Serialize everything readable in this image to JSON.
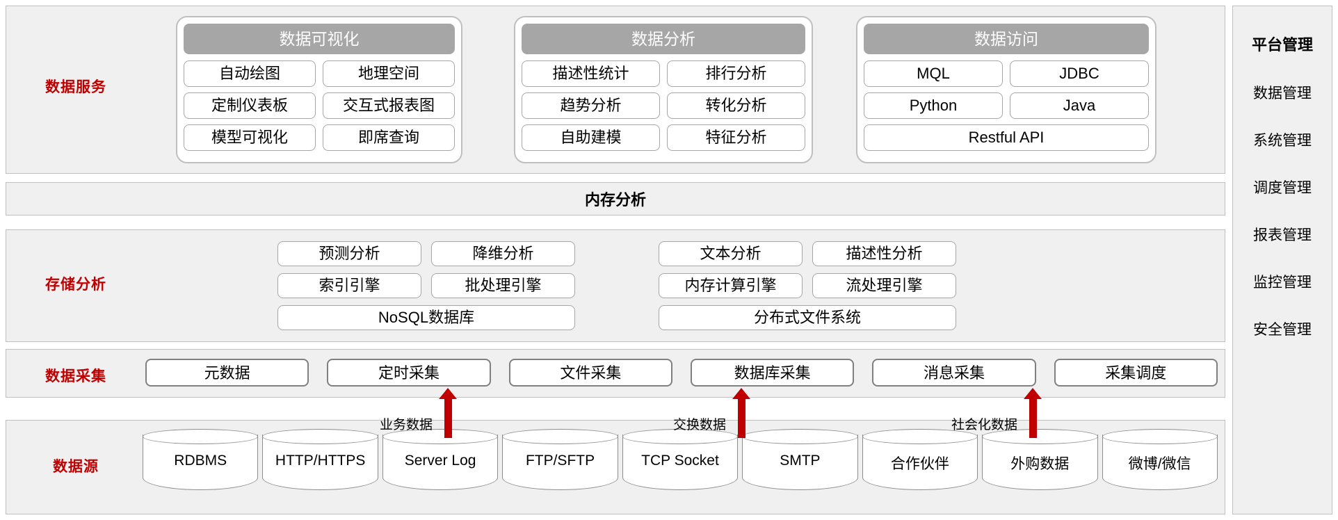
{
  "rows": {
    "services": {
      "label": "数据服务",
      "panels": [
        {
          "title": "数据可视化",
          "items": [
            "自动绘图",
            "地理空间",
            "定制仪表板",
            "交互式报表图",
            "模型可视化",
            "即席查询"
          ]
        },
        {
          "title": "数据分析",
          "items": [
            "描述性统计",
            "排行分析",
            "趋势分析",
            "转化分析",
            "自助建模",
            "特征分析"
          ]
        },
        {
          "title": "数据访问",
          "items": [
            "MQL",
            "JDBC",
            "Python",
            "Java",
            "Restful API"
          ]
        }
      ]
    },
    "memory": {
      "title": "内存分析"
    },
    "storage": {
      "label": "存储分析",
      "left_cluster": {
        "row1": [
          "预测分析",
          "降维分析"
        ],
        "row2": [
          "索引引擎",
          "批处理引擎"
        ],
        "row3": [
          "NoSQL数据库"
        ]
      },
      "right_cluster": {
        "row1": [
          "文本分析",
          "描述性分析"
        ],
        "row2": [
          "内存计算引擎",
          "流处理引擎"
        ],
        "row3": [
          "分布式文件系统"
        ]
      }
    },
    "collect": {
      "label": "数据采集",
      "items": [
        "元数据",
        "定时采集",
        "文件采集",
        "数据库采集",
        "消息采集",
        "采集调度"
      ]
    },
    "source": {
      "label": "数据源",
      "items": [
        "RDBMS",
        "HTTP/HTTPS",
        "Server Log",
        "FTP/SFTP",
        "TCP Socket",
        "SMTP",
        "合作伙伴",
        "外购数据",
        "微博/微信"
      ]
    }
  },
  "flows": [
    {
      "caption": "业务数据"
    },
    {
      "caption": "交换数据"
    },
    {
      "caption": "社会化数据"
    }
  ],
  "sidebar": {
    "title": "平台管理",
    "items": [
      "数据管理",
      "系统管理",
      "调度管理",
      "报表管理",
      "监控管理",
      "安全管理"
    ]
  },
  "colors": {
    "accent_red": "#c00000",
    "band_bg": "#f0f0f0",
    "band_border": "#bfbfbf",
    "panel_header_bg": "#a6a6a6",
    "chip_border": "#a6a6a6"
  }
}
